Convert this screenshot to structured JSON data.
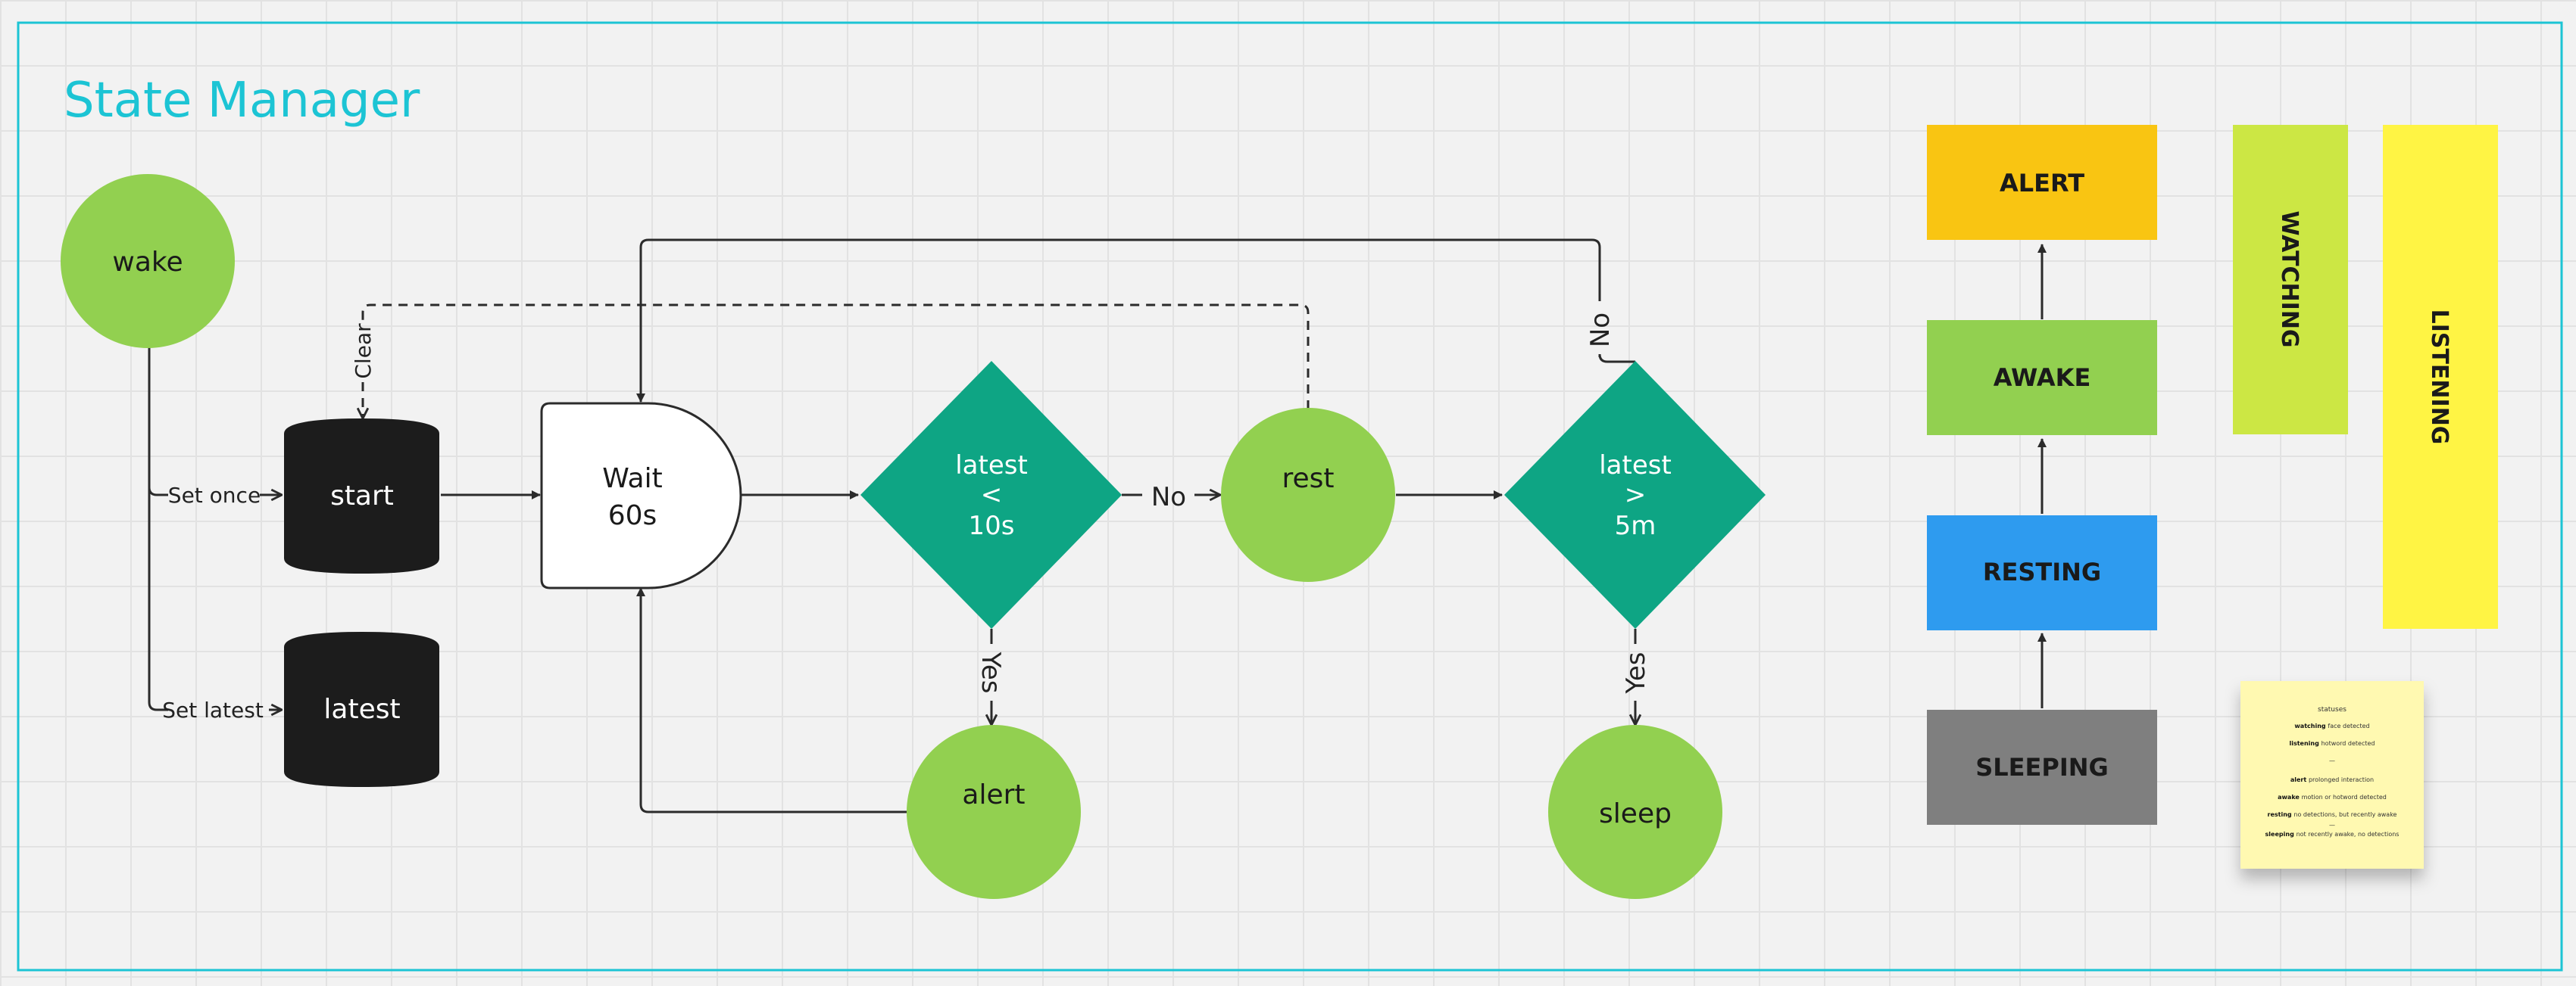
{
  "board": {
    "title": "State Manager",
    "accent_color": "#1cc4d4",
    "background": "#f2f2f2"
  },
  "nodes": {
    "wake": "wake",
    "start": "start",
    "latest": "latest",
    "wait": [
      "Wait",
      "60s"
    ],
    "decision1": [
      "latest",
      "<",
      "10s"
    ],
    "rest": "rest",
    "alert": "alert",
    "decision2": [
      "latest",
      ">",
      "5m"
    ],
    "sleep": "sleep"
  },
  "edges": {
    "set_once": "Set once",
    "set_latest": "Set latest",
    "clear": "Clear",
    "no1": "No",
    "yes1": "Yes",
    "no2": "No",
    "yes2": "Yes"
  },
  "legend": {
    "alert": "ALERT",
    "awake": "AWAKE",
    "resting": "RESTING",
    "sleeping": "SLEEPING",
    "watching": "WATCHING",
    "listening": "LISTENING"
  },
  "note": {
    "heading": "statuses",
    "lines": [
      {
        "bold": "watching",
        "rest": "face detected"
      },
      {
        "bold": "listening",
        "rest": "hotword detected"
      },
      {
        "bold": "",
        "rest": "—"
      },
      {
        "bold": "alert",
        "rest": "prolonged interaction"
      },
      {
        "bold": "awake",
        "rest": "motion or hotword detected"
      },
      {
        "bold": "resting",
        "rest": "no detections, but recently awake"
      },
      {
        "bold": "",
        "rest": "—"
      },
      {
        "bold": "sleeping",
        "rest": "not recently awake, no detections"
      }
    ]
  },
  "colors": {
    "green_node": "#92d050",
    "decision": "#0ea584",
    "datastore": "#1c1c1c",
    "alert": "#f9c512",
    "awake": "#92d050",
    "resting": "#2e9bef",
    "sleeping": "#7f7f7f",
    "watching": "#cce744",
    "listening": "#fff444",
    "note": "#fff9b1"
  }
}
